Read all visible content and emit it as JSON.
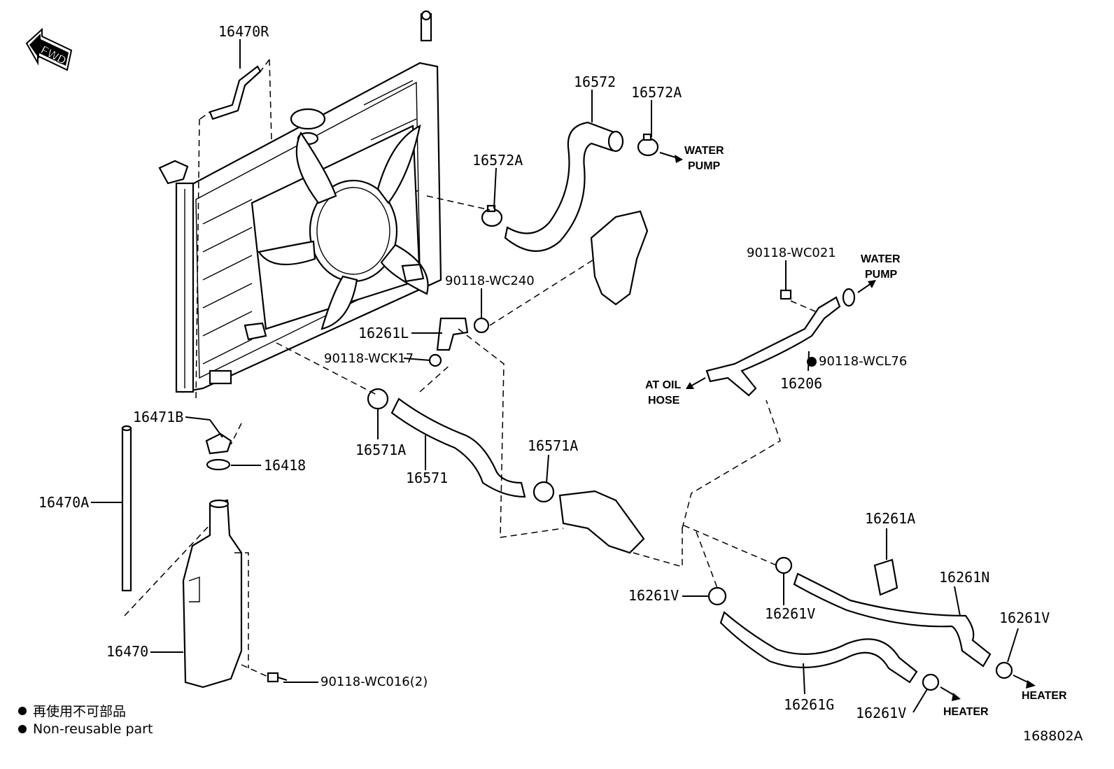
{
  "fwd_label": "FWD",
  "labels": {
    "p16470R": "16470R",
    "p16572": "16572",
    "p16572A_top": "16572A",
    "p16572A_mid": "16572A",
    "p90118_WC240": "90118-WC240",
    "p16261L": "16261L",
    "p90118_WCK17": "90118-WCK17",
    "p90118_WC021": "90118-WC021",
    "p90118_WCL76": "90118-WCL76",
    "p16206": "16206",
    "p16471B": "16471B",
    "p16418": "16418",
    "p16470A": "16470A",
    "p16571A_left": "16571A",
    "p16571": "16571",
    "p16571A_right": "16571A",
    "p16261A": "16261A",
    "p16261N": "16261N",
    "p16261V_left": "16261V",
    "p16261V_mid": "16261V",
    "p16261V_right": "16261V",
    "p16261V_bottom": "16261V",
    "p16261G": "16261G",
    "p16470": "16470",
    "p90118_WC016": "90118-WC016(2)"
  },
  "destinations": {
    "water_pump_1_line1": "WATER",
    "water_pump_1_line2": "PUMP",
    "water_pump_2_line1": "WATER",
    "water_pump_2_line2": "PUMP",
    "at_oil_line1": "AT OIL",
    "at_oil_line2": "HOSE",
    "heater_1": "HEATER",
    "heater_2": "HEATER"
  },
  "legend": {
    "line1": "再使用不可部品",
    "line2": "Non-reusable part"
  },
  "diagram_code": "168802A"
}
